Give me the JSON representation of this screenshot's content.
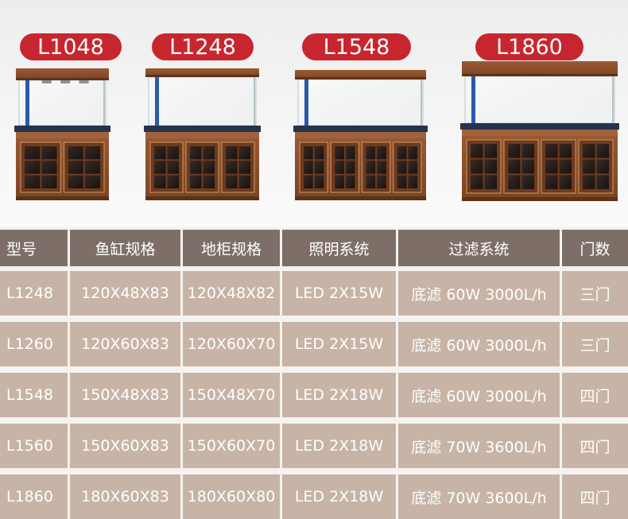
{
  "products": [
    {
      "label": "L1048"
    },
    {
      "label": "L1248"
    },
    {
      "label": "L1548"
    },
    {
      "label": "L1860"
    }
  ],
  "table": {
    "headers": [
      "型号",
      "鱼缸规格",
      "地柜规格",
      "照明系统",
      "过滤系统",
      "门数"
    ],
    "rows": [
      [
        "L1248",
        "120X48X83",
        "120X48X82",
        "LED 2X15W",
        "底滤 60W 3000L/h",
        "三门"
      ],
      [
        "L1260",
        "120X60X83",
        "120X60X70",
        "LED 2X15W",
        "底滤 60W 3000L/h",
        "三门"
      ],
      [
        "L1548",
        "150X48X83",
        "150X48X70",
        "LED 2X18W",
        "底滤 60W 3000L/h",
        "四门"
      ],
      [
        "L1560",
        "150X60X83",
        "150X60X70",
        "LED 2X18W",
        "底滤 70W 3600L/h",
        "四门"
      ],
      [
        "L1860",
        "180X60X83",
        "180X60X80",
        "LED 2X18W",
        "底滤 70W 3600L/h",
        "四门"
      ]
    ]
  },
  "colors": {
    "label_red": "#c8262e",
    "header_bg": "#7d6f67",
    "cell_bg": "#c7b4a6",
    "wood": "#8a4e2c"
  }
}
